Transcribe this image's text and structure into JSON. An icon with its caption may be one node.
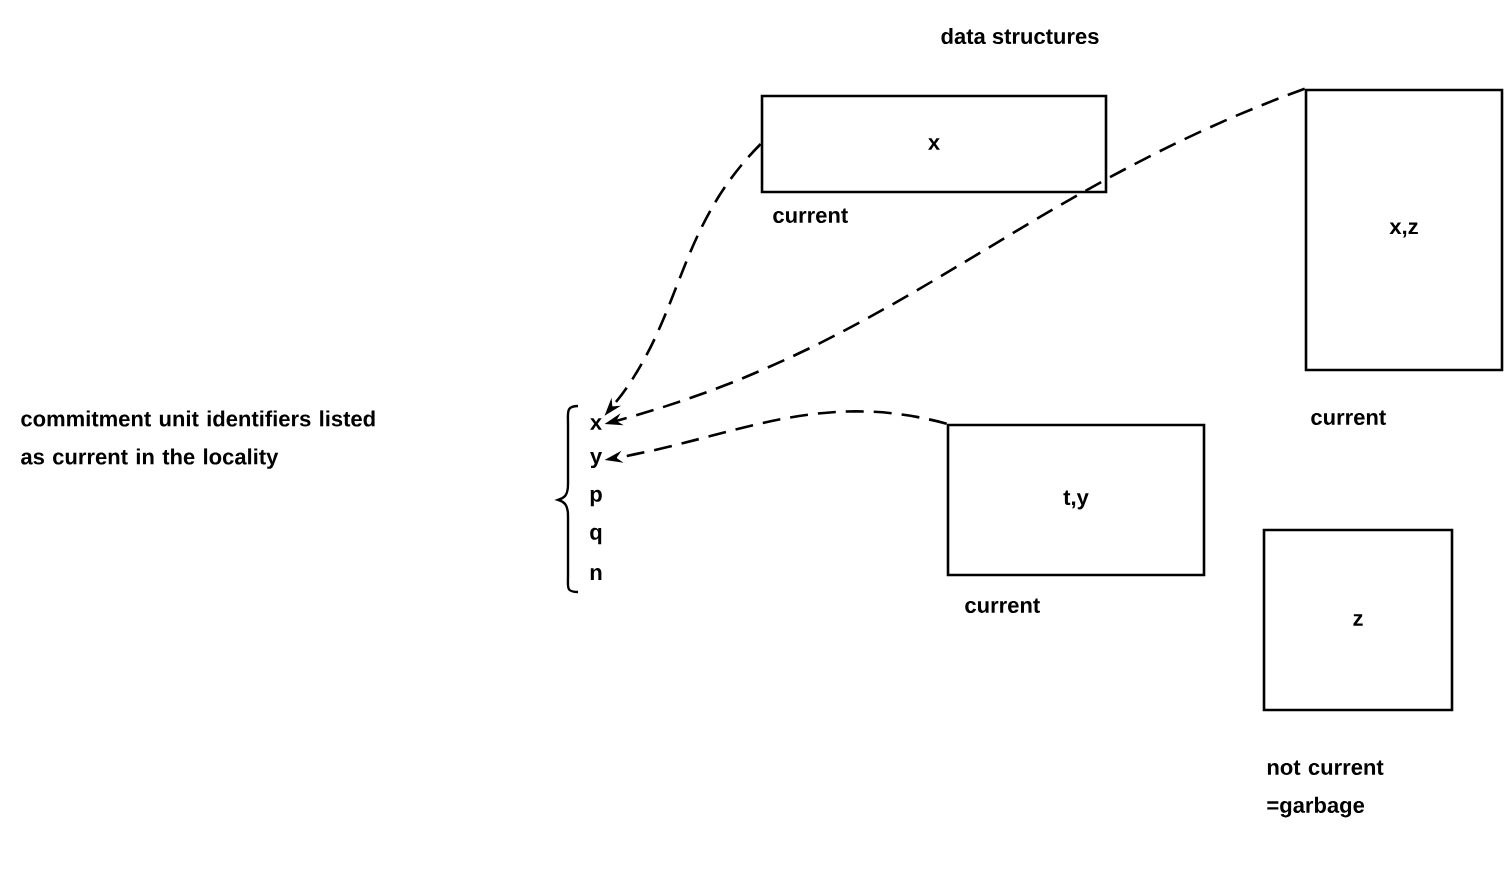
{
  "diagram": {
    "title": "data structures",
    "nodes": [
      {
        "text": [
          "x"
        ]
      },
      {
        "text": [
          "y"
        ]
      },
      {
        "text": [
          "p"
        ]
      },
      {
        "text": [
          "q"
        ]
      },
      {
        "text": [
          "n"
        ]
      },
      {
        "text": [
          "x"
        ],
        "beside": [
          "current"
        ]
      },
      {
        "text": [
          "x,z"
        ],
        "beside": [
          "current"
        ]
      },
      {
        "text": [
          "t,y"
        ],
        "beside": [
          "current"
        ]
      },
      {
        "text": [
          "z"
        ],
        "beside": [
          "not current =garbage"
        ]
      }
    ],
    "edges": [
      {
        "from": 5,
        "to": 0,
        "arrow": "to",
        "style": "dashed"
      },
      {
        "from": 6,
        "to": 0,
        "arrow": "to",
        "style": "dashed"
      },
      {
        "from": 7,
        "to": 1,
        "arrow": "to",
        "style": "dashed"
      }
    ],
    "labels": [
      "commitment unit identifiers listed as current in the locality"
    ]
  }
}
